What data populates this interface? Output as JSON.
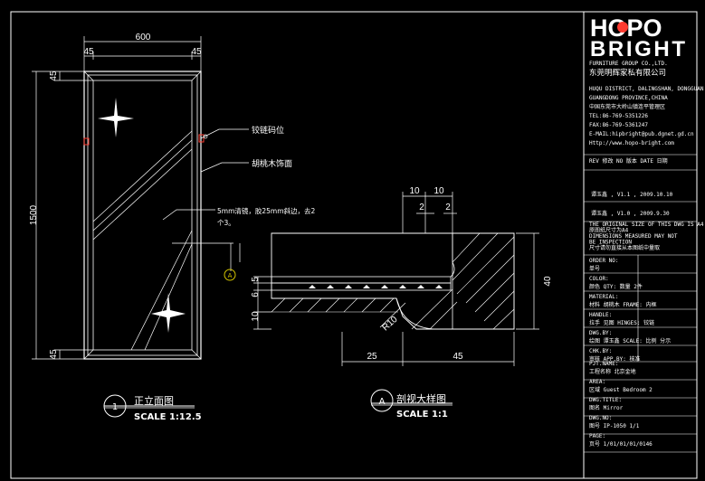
{
  "colors": {
    "background": "#000000",
    "line": "#ffffff",
    "dim": "#e0e0e0",
    "accent": "#ff3b30",
    "yellow": "#d4c400"
  },
  "front_view": {
    "dim_total_width": "600",
    "dim_left_frame": "45",
    "dim_right_frame": "45",
    "dim_top_frame": "45",
    "dim_bottom_frame": "45",
    "dim_height": "1500",
    "title": "正立面图",
    "scale": "SCALE 1:12.5",
    "marker": "1"
  },
  "callouts": {
    "hinge": "铰链码位",
    "frame": "胡桃木饰面",
    "glass_line1": "5mm清镜，胶25mm斜边，去2",
    "glass_line2": "个3。",
    "section_mark": "A"
  },
  "section_view": {
    "dim_10a": "10",
    "dim_10b": "10",
    "dim_2a": "2",
    "dim_2b": "2",
    "dim_40": "40",
    "dim_5": "5",
    "dim_6": "6",
    "dim_10c": "10",
    "dim_r10": "R10",
    "dim_25": "25",
    "dim_45": "45",
    "title": "剖视大样图",
    "scale": "SCALE 1:1",
    "marker": "A"
  },
  "title_block": {
    "logo_line1": "HOPO",
    "logo_line2": "BRIGHT",
    "company_en": "FURNITURE GROUP CO.,LTD.",
    "company_cn": "东莞明辉家私有限公司",
    "address_lines": [
      "HUQU DISTRICT, DALINGSHAN, DONGGUAN",
      "GUANGDONG PROVINCE,CHINA",
      "中国东莞市大岭山镇连平管理区",
      "TEL:86-769-5351226",
      "FAX:86-769-5361247",
      "E-MAIL:hipbright@pub.dgnet.gd.cn",
      "Http://www.hopo-bright.com"
    ],
    "rev_header": "REV 修改   NO 版本   DATE 日期",
    "rev_rows": [
      "谭玉鑫 , V1.1 , 2009.10.10",
      "谭玉鑫 , V1.0 , 2009.9.30"
    ],
    "notes": [
      "THE ORIGINAL SIZE OF THIS DWG IS A4",
      "原图纸尺寸为A4",
      "DIMENSIONS MEASURED MAY NOT",
      "BE INSPECTION",
      "尺寸请勿直接从本图纸中量取"
    ],
    "fields": [
      {
        "label": "ORDER NO:",
        "value": "单号"
      },
      {
        "label": "COLOR:",
        "value": "颜色        QTY:  数量   2件"
      },
      {
        "label": "MATERIAL:",
        "value": "材料  胡桃木    FRAME:  内框"
      },
      {
        "label": "HANDLE:",
        "value": "拉手  见图    HINGES:  铰链"
      },
      {
        "label": "DWG.BY:",
        "value": "绘图  谭玉鑫   SCALE:  比例  分示"
      },
      {
        "label": "CHK.BY:",
        "value": "审核          APP.BY:  核准"
      },
      {
        "label": "PJT.NAME:",
        "value": "工程名称    北京金地"
      },
      {
        "label": "AREA:",
        "value": "区域    Guest Bedroom 2"
      },
      {
        "label": "DWG.TITLE:",
        "value": "图名    Mirror"
      },
      {
        "label": "DWG.NO:",
        "value": "图号    IP-1050 1/1"
      },
      {
        "label": "PAGE:",
        "value": "页号  1/01/01/01/0146"
      }
    ]
  }
}
